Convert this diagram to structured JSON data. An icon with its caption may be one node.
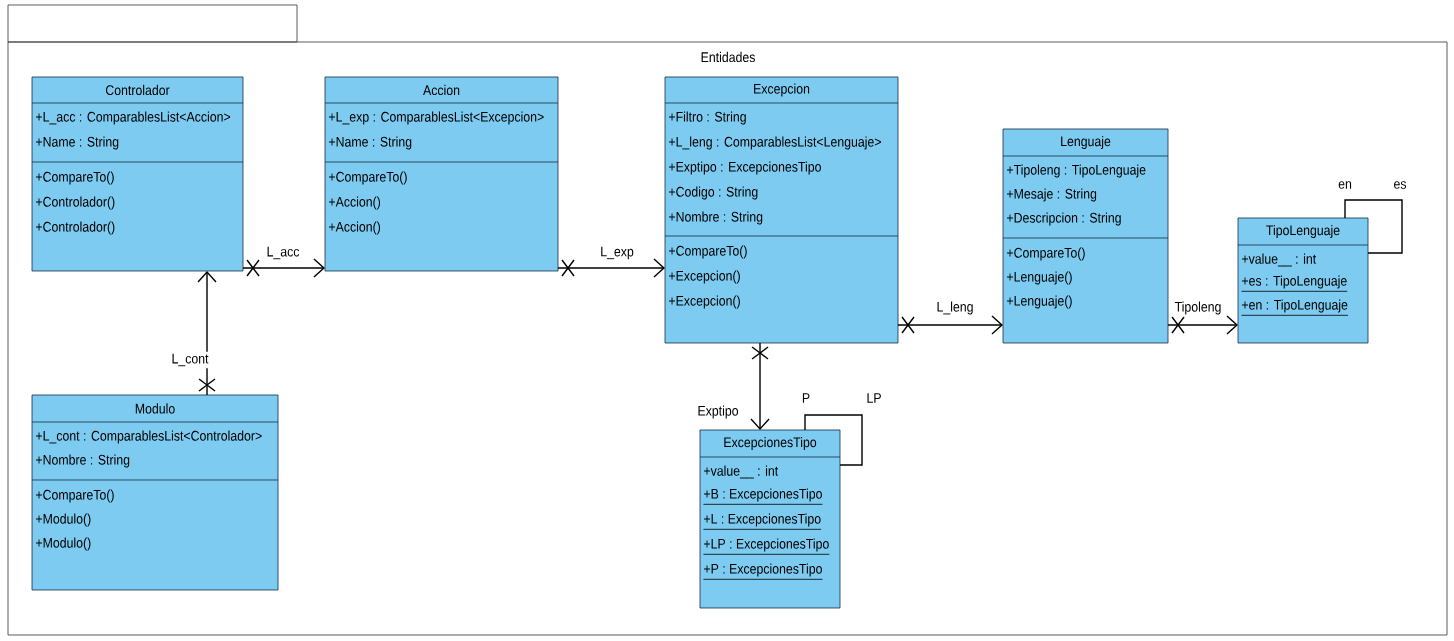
{
  "diagram": {
    "nodes": [
      {
        "text": [
          "Entidades"
        ]
      },
      {
        "text": [
          "Controlador",
          "+L_acc : ComparablesList<Accion>",
          "+Name : String",
          "+CompareTo()",
          "+Controlador()",
          "+Controlador()"
        ],
        "in": 0
      },
      {
        "text": [
          "Accion",
          "+L_exp : ComparablesList<Excepcion>",
          "+Name : String",
          "+CompareTo()",
          "+Accion()",
          "+Accion()"
        ],
        "in": 0
      },
      {
        "text": [
          "Excepcion",
          "+Filtro : String",
          "+L_leng : ComparablesList<Lenguaje>",
          "+Exptipo : ExcepcionesTipo",
          "+Codigo : String",
          "+Nombre : String",
          "+CompareTo()",
          "+Excepcion()",
          "+Excepcion()"
        ],
        "in": 0
      },
      {
        "text": [
          "Lenguaje",
          "+Tipoleng : TipoLenguaje",
          "+Mesaje : String",
          "+Descripcion : String",
          "+CompareTo()",
          "+Lenguaje()",
          "+Lenguaje()"
        ],
        "in": 0
      },
      {
        "text": [
          "TipoLenguaje",
          "+value__ : int",
          "+es : TipoLenguaje",
          "+en : TipoLenguaje"
        ],
        "in": 0
      },
      {
        "text": [
          "Modulo",
          "+L_cont : ComparablesList<Controlador>",
          "+Nombre : String",
          "+CompareTo()",
          "+Modulo()",
          "+Modulo()"
        ],
        "in": 0
      },
      {
        "text": [
          "ExcepcionesTipo",
          "+value__ : int",
          "+B : ExcepcionesTipo",
          "+L : ExcepcionesTipo",
          "+LP : ExcepcionesTipo",
          "+P : ExcepcionesTipo"
        ],
        "in": 0
      }
    ],
    "edges": [
      {
        "from": 1,
        "to": 2,
        "arrow": "to",
        "label": "L_acc"
      },
      {
        "from": 2,
        "to": 3,
        "arrow": "to",
        "label": "L_exp"
      },
      {
        "from": 3,
        "to": 4,
        "arrow": "to",
        "label": "L_leng"
      },
      {
        "from": 4,
        "to": 5,
        "arrow": "to",
        "label": "Tipoleng"
      },
      {
        "from": 6,
        "to": 1,
        "arrow": "to",
        "label": "L_cont"
      },
      {
        "from": 3,
        "to": 7,
        "arrow": "to",
        "label": "Exptipo"
      },
      {
        "from": 7,
        "to": 7,
        "arrow": "none",
        "label": "P"
      },
      {
        "from": 5,
        "to": 5,
        "arrow": "none",
        "label": "en"
      }
    ],
    "labels": [
      "LP",
      "es"
    ]
  }
}
